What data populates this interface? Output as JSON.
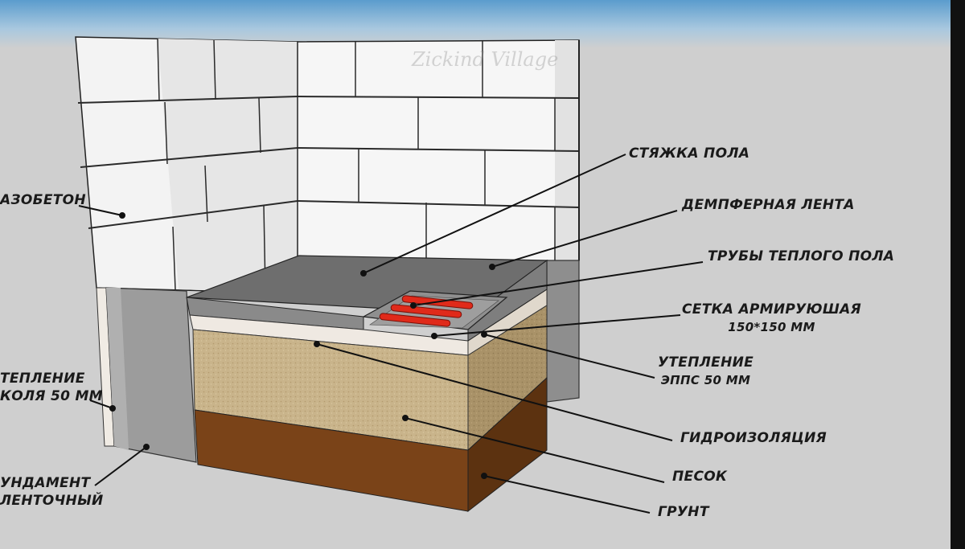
{
  "watermark": "Zickind Village",
  "labels": {
    "gazobeton": "АЗОБЕТОН",
    "styazhka": "СТЯЖКА ПОЛА",
    "dempfer": "ДЕМПФЕРНАЯ ЛЕНТА",
    "truby": "ТРУБЫ ТЕПЛОГО ПОЛА",
    "setka_line1": "СЕТКА АРМИРУЮШАЯ",
    "setka_line2": "150*150 ММ",
    "uteplenie_line1": "УТЕПЛЕНИЕ",
    "uteplenie_line2": "ЭППС 50 ММ",
    "gidro": "ГИДРОИЗОЛЯЦИЯ",
    "pesok": "ПЕСОК",
    "grunt": "ГРУНТ",
    "cokol_line1": "ТЕПЛЕНИЕ",
    "cokol_line2": "КОЛЯ 50 ММ",
    "fund_line1": "УНДАМЕНТ",
    "fund_line2": "ЛЕНТОЧНЫЙ"
  },
  "colors": {
    "sky_top": "#4a8fc4",
    "ground": "#cfcfcf",
    "block": "#f4f4f4",
    "block_shade": "#dcdcdc",
    "mortar": "#2a2a2a",
    "concrete": "#9a9a9a",
    "screed": "#6c6c6c",
    "eps": "#efe9e2",
    "sand": "#c9b48b",
    "soil": "#7a4318",
    "pipe": "#e02a1a"
  }
}
